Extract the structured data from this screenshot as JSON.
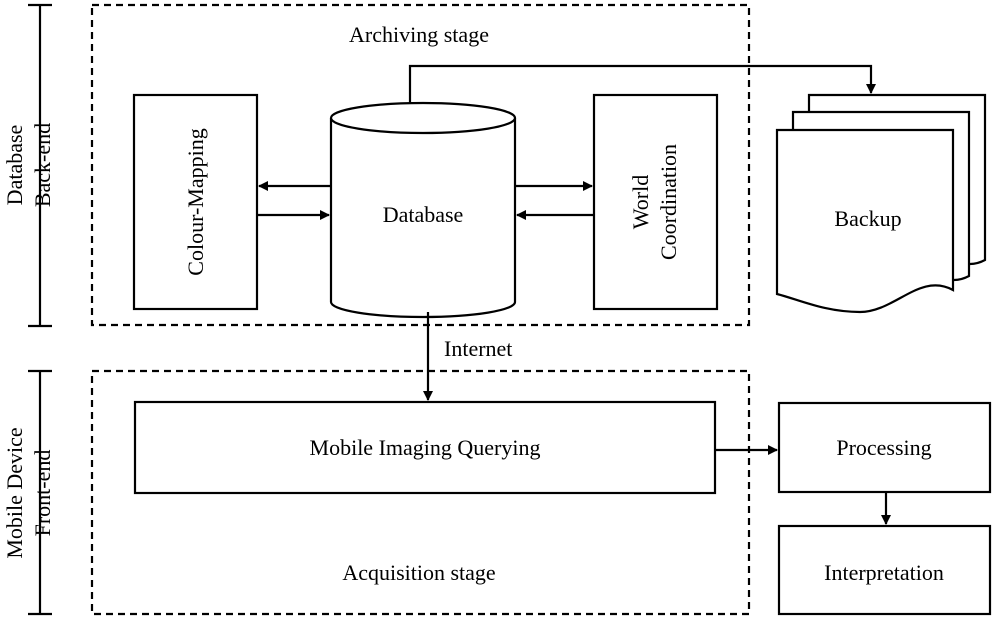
{
  "side_labels": {
    "backend": [
      "Database",
      "Back-end"
    ],
    "frontend": [
      "Mobile Device",
      "Front-end"
    ]
  },
  "stages": {
    "archiving": "Archiving stage",
    "acquisition": "Acquisition stage"
  },
  "nodes": {
    "colour_mapping": "Colour-Mapping",
    "database": "Database",
    "world_coordination": [
      "World",
      "Coordination"
    ],
    "backup": "Backup",
    "mobile_imaging_querying": "Mobile Imaging Querying",
    "processing": "Processing",
    "interpretation": "Interpretation"
  },
  "edges": {
    "internet": "Internet"
  }
}
